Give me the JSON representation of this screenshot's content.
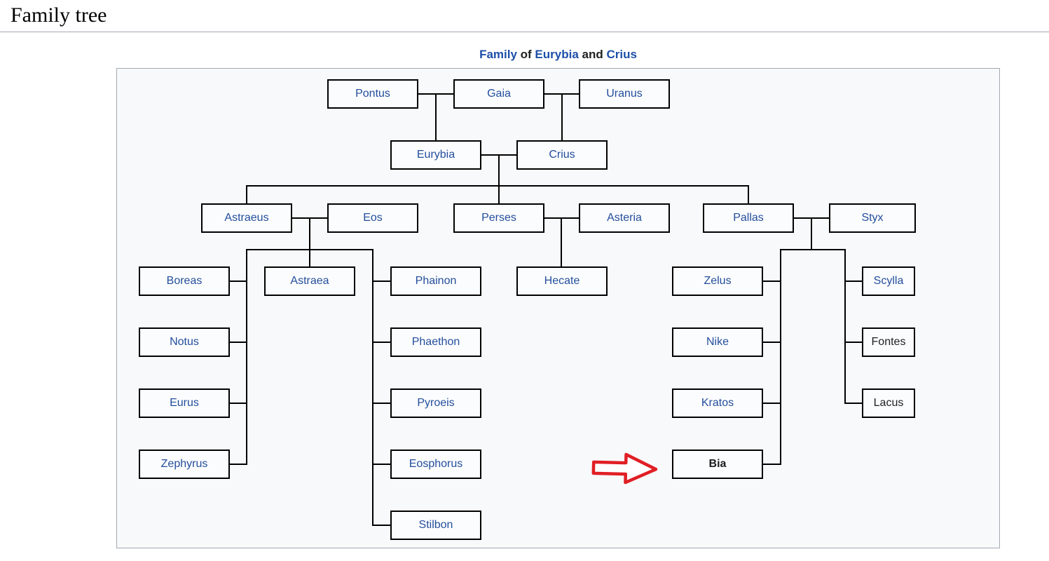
{
  "page": {
    "heading": "Family tree"
  },
  "title": {
    "parts": [
      {
        "text": "Family",
        "style": "link"
      },
      {
        "text": " of ",
        "style": "plain"
      },
      {
        "text": "Eurybia",
        "style": "link"
      },
      {
        "text": " and ",
        "style": "plain"
      },
      {
        "text": "Crius",
        "style": "link"
      }
    ]
  },
  "nodes": {
    "pontus": {
      "label": "Pontus",
      "style": "link"
    },
    "gaia": {
      "label": "Gaia",
      "style": "link"
    },
    "uranus": {
      "label": "Uranus",
      "style": "link"
    },
    "eurybia": {
      "label": "Eurybia",
      "style": "link"
    },
    "crius": {
      "label": "Crius",
      "style": "link"
    },
    "astraeus": {
      "label": "Astraeus",
      "style": "link"
    },
    "eos": {
      "label": "Eos",
      "style": "link"
    },
    "perses": {
      "label": "Perses",
      "style": "link"
    },
    "asteria": {
      "label": "Asteria",
      "style": "link"
    },
    "pallas": {
      "label": "Pallas",
      "style": "link"
    },
    "styx": {
      "label": "Styx",
      "style": "link"
    },
    "boreas": {
      "label": "Boreas",
      "style": "link"
    },
    "astraea": {
      "label": "Astraea",
      "style": "link"
    },
    "phainon": {
      "label": "Phainon",
      "style": "link"
    },
    "hecate": {
      "label": "Hecate",
      "style": "link"
    },
    "zelus": {
      "label": "Zelus",
      "style": "link"
    },
    "scylla": {
      "label": "Scylla",
      "style": "link"
    },
    "notus": {
      "label": "Notus",
      "style": "link"
    },
    "phaethon": {
      "label": "Phaethon",
      "style": "link"
    },
    "nike": {
      "label": "Nike",
      "style": "link"
    },
    "fontes": {
      "label": "Fontes",
      "style": "plain"
    },
    "eurus": {
      "label": "Eurus",
      "style": "link"
    },
    "pyroeis": {
      "label": "Pyroeis",
      "style": "link"
    },
    "kratos": {
      "label": "Kratos",
      "style": "link"
    },
    "lacus": {
      "label": "Lacus",
      "style": "plain"
    },
    "zephyrus": {
      "label": "Zephyrus",
      "style": "link"
    },
    "eosphorus": {
      "label": "Eosphorus",
      "style": "link"
    },
    "bia": {
      "label": "Bia",
      "style": "self"
    },
    "stilbon": {
      "label": "Stilbon",
      "style": "link"
    }
  },
  "colors": {
    "link_blue": "#234e9c",
    "title_blue": "#1d4fa8",
    "text_black": "#202122",
    "box_border": "#000000",
    "connector": "#000000",
    "frame_border": "#a2a9b1",
    "frame_bg": "#f8f9fa",
    "arrow_red": "#e01f25"
  }
}
